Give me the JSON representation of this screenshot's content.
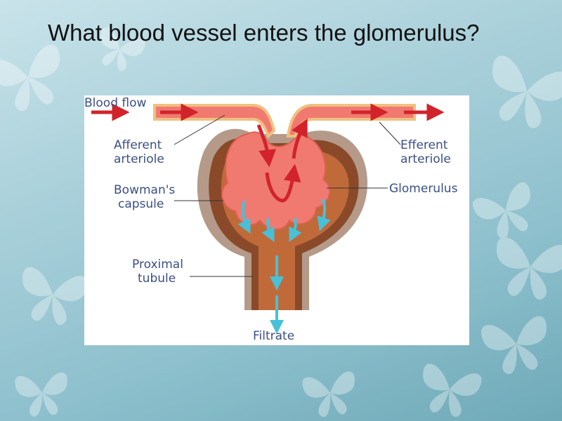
{
  "slide": {
    "title": "What blood vessel enters the glomerulus?"
  },
  "diagram": {
    "labels": {
      "blood_flow": "Blood flow",
      "afferent_1": "Afferent",
      "afferent_2": "arteriole",
      "efferent_1": "Efferent",
      "efferent_2": "arteriole",
      "bowmans_1": "Bowman's",
      "bowmans_2": "capsule",
      "glomerulus": "Glomerulus",
      "proximal_1": "Proximal",
      "proximal_2": "tubule",
      "filtrate": "Filtrate"
    },
    "colors": {
      "blood": "#f07a70",
      "capsule_wall": "#8a4a2a",
      "filtrate_space": "#c06a3a",
      "label_text": "#3a4f86",
      "blood_arrow": "#d2232a",
      "filtrate_arrow": "#46c1d8"
    }
  }
}
